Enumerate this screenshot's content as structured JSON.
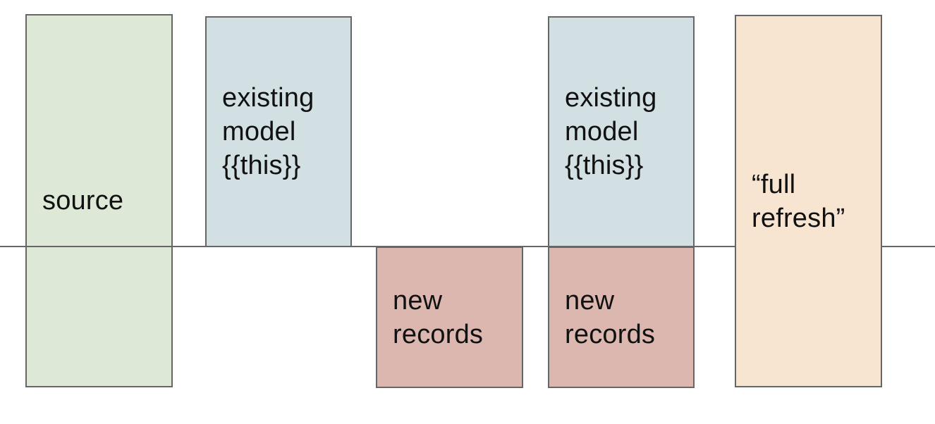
{
  "diagram": {
    "baseline": {
      "color": "#666666"
    },
    "style": {
      "border_color": "#666666",
      "text_color": "#111111",
      "background": "#ffffff",
      "fill_green": "#dde8d6",
      "fill_blue": "#d2dfe3",
      "fill_pink": "#dcb7af",
      "fill_orange": "#f7e5d2"
    },
    "boxes": [
      {
        "name": "source",
        "label": "source",
        "fill": "#dde8d6"
      },
      {
        "name": "existing-model-1",
        "label": "existing\nmodel\n{{this}}",
        "fill": "#d2dfe3"
      },
      {
        "name": "new-records-1",
        "label": "new\nrecords",
        "fill": "#dcb7af"
      },
      {
        "name": "existing-model-2",
        "label": "existing\nmodel\n{{this}}",
        "fill": "#d2dfe3"
      },
      {
        "name": "new-records-2",
        "label": "new\nrecords",
        "fill": "#dcb7af"
      },
      {
        "name": "full-refresh",
        "label": "“full\nrefresh”",
        "fill": "#f7e5d2"
      }
    ]
  }
}
